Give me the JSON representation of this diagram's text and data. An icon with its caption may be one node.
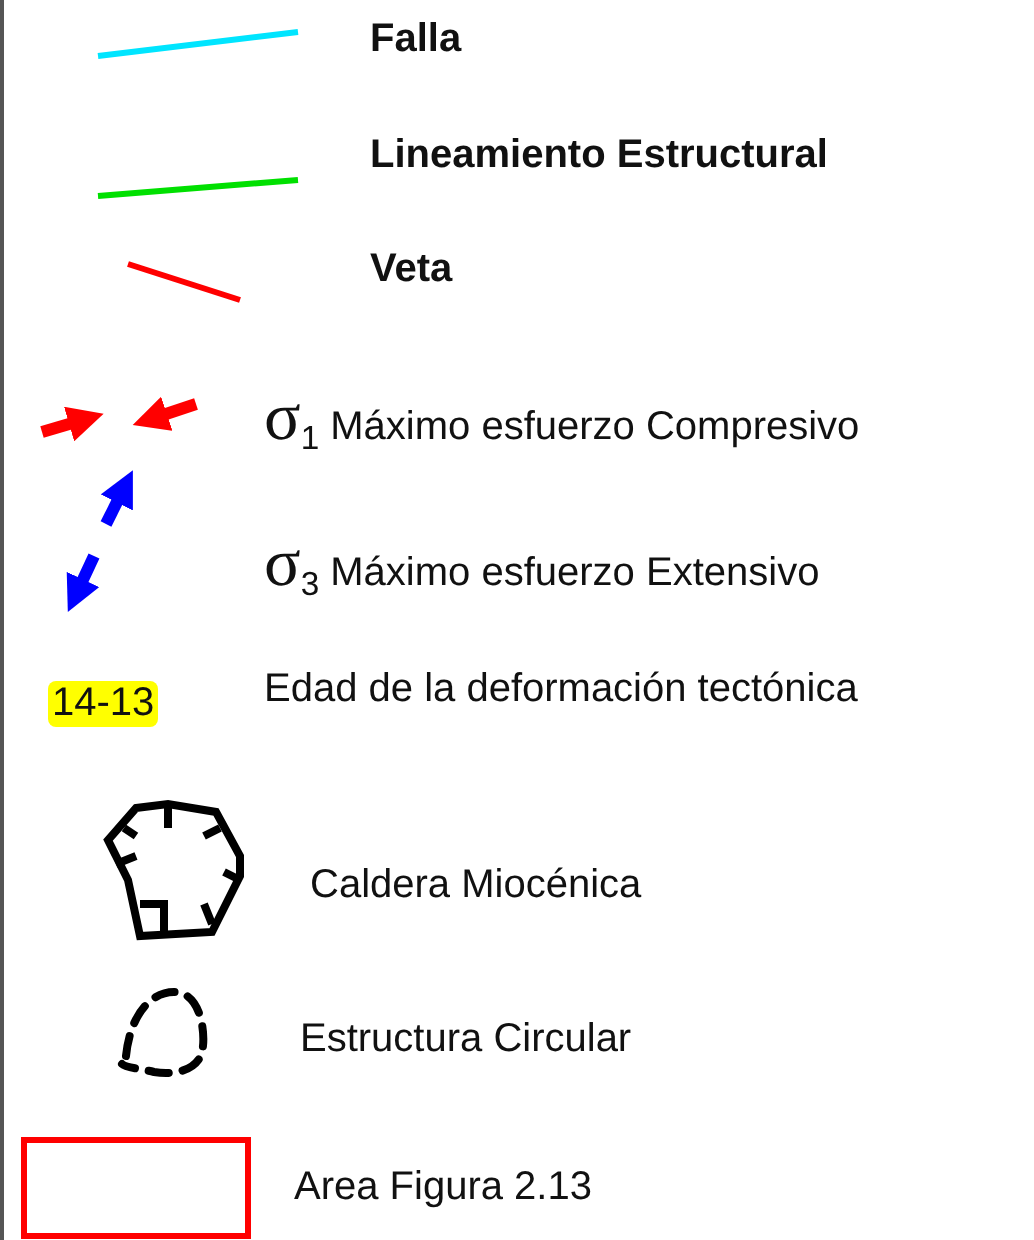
{
  "diagram": {
    "legend": [
      {
        "text": "Falla"
      },
      {
        "text": "Lineamiento Estructural"
      },
      {
        "text": "Veta"
      },
      {
        "text": "σ$_{1}$ Máximo esfuerzo Compresivo"
      },
      {
        "text": "σ$_{3}$ Máximo esfuerzo Extensivo"
      },
      {
        "text": "Edad de la deformación tectónica"
      },
      {
        "text": "Caldera Miocénica"
      },
      {
        "text": "Estructura Circular"
      },
      {
        "text": "Area Figura 2.13"
      }
    ],
    "labels": [
      "14-13"
    ]
  }
}
